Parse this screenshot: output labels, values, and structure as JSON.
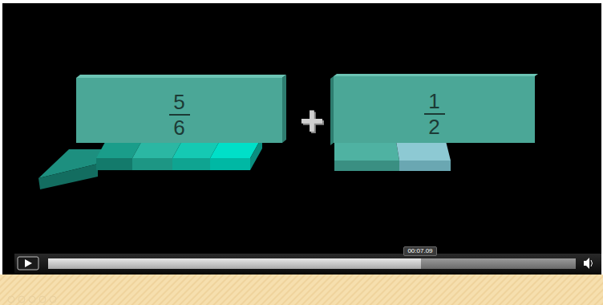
{
  "diagram": {
    "nodes": [
      {
        "text": [
          "5",
          "6"
        ]
      },
      {
        "text": [
          "1",
          "2"
        ]
      }
    ],
    "labels": [
      "+",
      "00:07.09"
    ]
  }
}
